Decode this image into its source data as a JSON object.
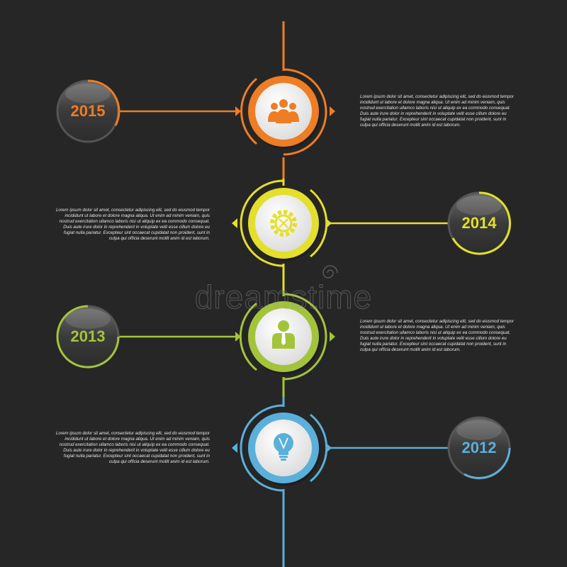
{
  "colors": {
    "background": "#262626",
    "step1": "#ee7d24",
    "step2": "#e4df2a",
    "step3": "#a3c43a",
    "step4": "#5ab0da"
  },
  "watermark": "dreamstime",
  "steps": [
    {
      "year": "2015",
      "icon": "people-group-icon",
      "text": "Lorem ipsum dolor sit amet, consectetur adipiscing elit, sed do eiusmod tempor incididunt ut labore et dolore magna aliqua. Ut enim ad minim veniam, quis nostrud exercitation ullamco laboris nisi ut aliquip ex ea commodo consequat. Duis aute irure dolor in reprehenderit in voluptate velit esse cillum dolore eu fugiat nulla pariatur. Excepteur sint occaecat cupidatat non proident, sunt in culpa qui officia deserunt mollit anim id est laborum."
    },
    {
      "year": "2014",
      "icon": "gear-icon",
      "text": "Lorem ipsum dolor sit amet, consectetur adipiscing elit, sed do eiusmod tempor incididunt ut labore et dolore magna aliqua. Ut enim ad minim veniam, quis nostrud exercitation ullamco laboris nisi ut aliquip ex ea commodo consequat. Duis aute irure dolor in reprehenderit in voluptate velit esse cillum dolore eu fugiat nulla pariatur. Excepteur sint occaecat cupidatat non proident, sunt in culpa qui officia deserunt mollit anim id est laborum."
    },
    {
      "year": "2013",
      "icon": "businessman-icon",
      "text": "Lorem ipsum dolor sit amet, consectetur adipiscing elit, sed do eiusmod tempor incididunt ut labore et dolore magna aliqua. Ut enim ad minim veniam, quis nostrud exercitation ullamco laboris nisi ut aliquip ex ea commodo consequat. Duis aute irure dolor in reprehenderit in voluptate velit esse cillum dolore eu fugiat nulla pariatur. Excepteur sint occaecat cupidatat non proident, sunt in culpa qui officia deserunt mollit anim id est laborum."
    },
    {
      "year": "2012",
      "icon": "lightbulb-icon",
      "text": "Lorem ipsum dolor sit amet, consectetur adipiscing elit, sed do eiusmod tempor incididunt ut labore et dolore magna aliqua. Ut enim ad minim veniam, quis nostrud exercitation ullamco laboris nisi ut aliquip ex ea commodo consequat. Duis aute irure dolor in reprehenderit in voluptate velit esse cillum dolore eu fugiat nulla pariatur. Excepteur sint occaecat cupidatat non proident, sunt in culpa qui officia deserunt mollit anim id est laborum."
    }
  ]
}
